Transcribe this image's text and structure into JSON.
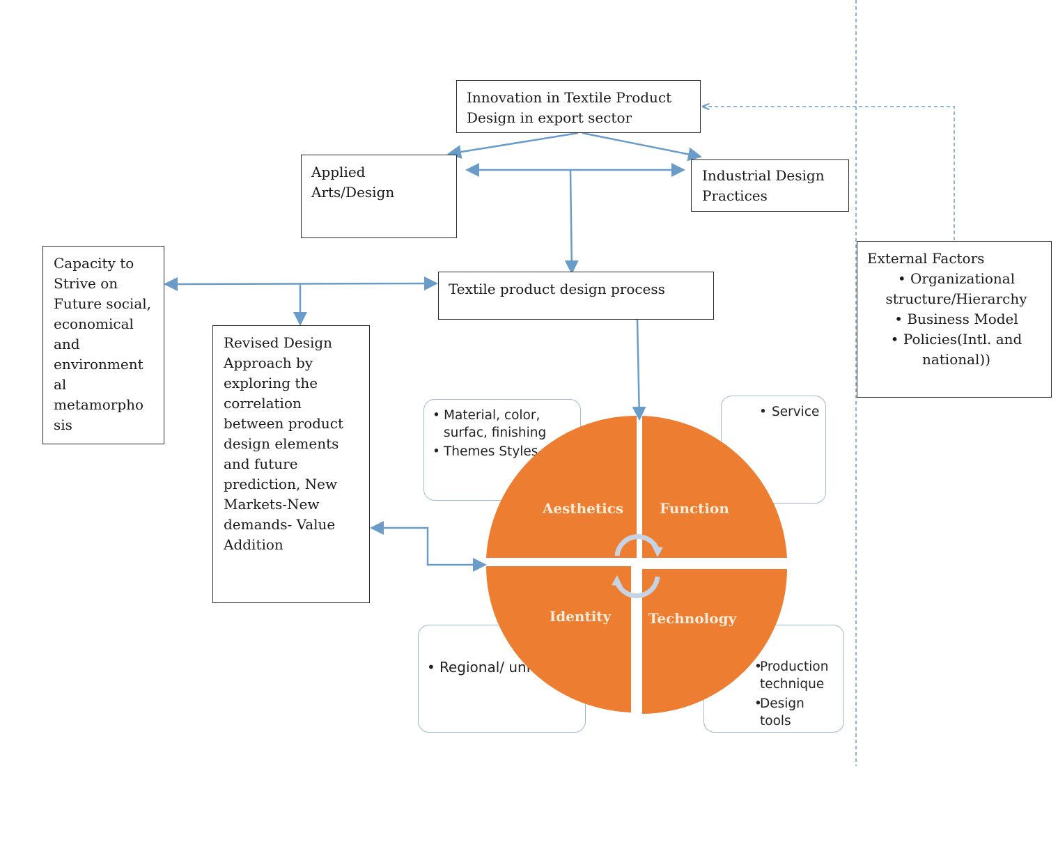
{
  "boxes": {
    "innovation": "Innovation in Textile Product Design in export sector",
    "applied_arts": "Applied Arts/Design",
    "industrial": "Industrial Design Practices",
    "process": "Textile product design process",
    "capacity": "Capacity to Strive on Future social, economical and environment al metamorpho sis",
    "revised": "Revised Design Approach by exploring the correlation between product design elements and future prediction, New Markets-New demands- Value Addition"
  },
  "external": {
    "title": "External Factors",
    "items": [
      "Organizational structure/Hierarchy",
      "Business Model",
      "Policies(Intl. and national))"
    ]
  },
  "quadrants": {
    "aesthetics": "Aesthetics",
    "function": "Function",
    "identity": "Identity",
    "technology": "Technology"
  },
  "details": {
    "aesthetics": [
      "Material, color, surfac, finishing",
      "Themes Styles"
    ],
    "function": [
      "Service"
    ],
    "identity": [
      "Regional/ universal"
    ],
    "technology": [
      "Production technique",
      "Design tools"
    ]
  },
  "colors": {
    "arrow": "#6a9cc9",
    "quadrant": "#ed7d31",
    "detail_border": "#9fb8d3",
    "cycle": "#c5d3e3"
  }
}
